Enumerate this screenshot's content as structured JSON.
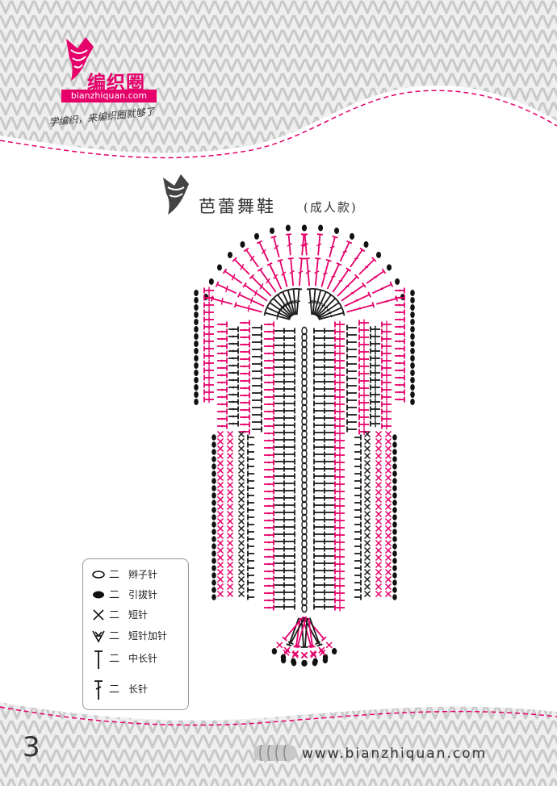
{
  "header": {
    "brand_name": "编织圈",
    "brand_url": "bianzhiquan.com",
    "slogan": "学编织，来编织圈就够了"
  },
  "document": {
    "title": "芭蕾舞鞋",
    "subtitle": "(成人款)"
  },
  "legend": {
    "items": [
      {
        "symbol": "chain-stitch-icon",
        "label": "辫子针"
      },
      {
        "symbol": "slip-stitch-icon",
        "label": "引拔针"
      },
      {
        "symbol": "single-crochet-icon",
        "label": "短针"
      },
      {
        "symbol": "sc-increase-icon",
        "label": "短针加针"
      },
      {
        "symbol": "half-double-crochet-icon",
        "label": "中长针"
      },
      {
        "symbol": "double-crochet-icon",
        "label": "长针"
      }
    ]
  },
  "footer": {
    "page_number": "3",
    "site_url": "www.bianzhiquan.com"
  },
  "colors": {
    "accent": "#e5006a",
    "knit_gray": "#d3d3d3",
    "ink": "#1a1a1a"
  }
}
